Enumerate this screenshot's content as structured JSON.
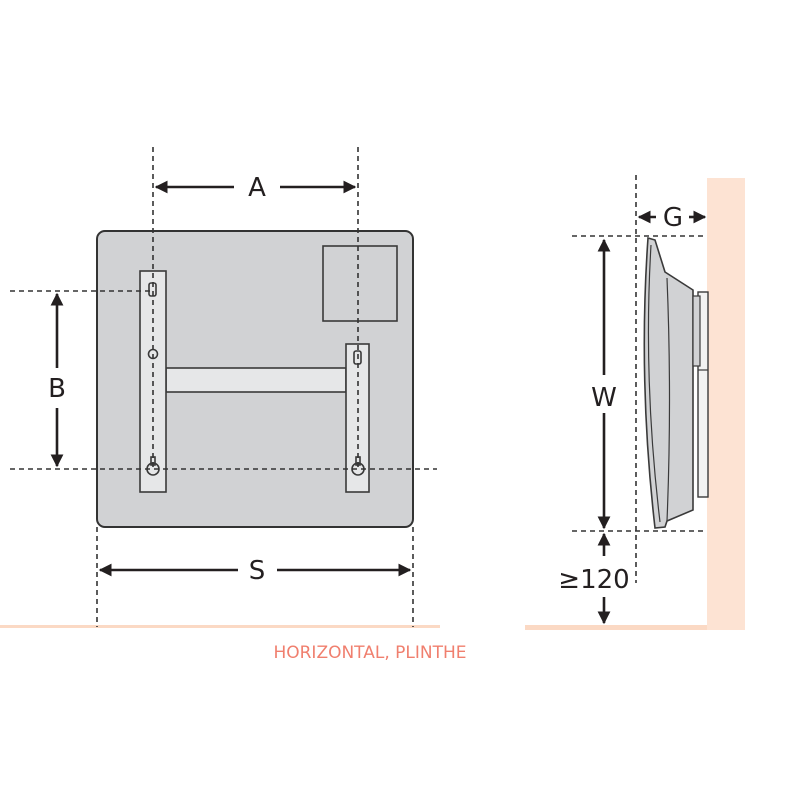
{
  "front_view": {
    "dimension_labels": {
      "a": "A",
      "b": "B",
      "s": "S"
    },
    "caption": "HORIZONTAL, PLINTHE"
  },
  "side_view": {
    "dimension_labels": {
      "g": "G",
      "w": "W",
      "clearance": "≥120"
    }
  },
  "colors": {
    "panel": "#d1d2d4",
    "bracket": "#e6e7e8",
    "wall": "#fde3d3",
    "floor": "#fbd9c4",
    "caption": "#f07f6e",
    "label": "#231f20"
  }
}
